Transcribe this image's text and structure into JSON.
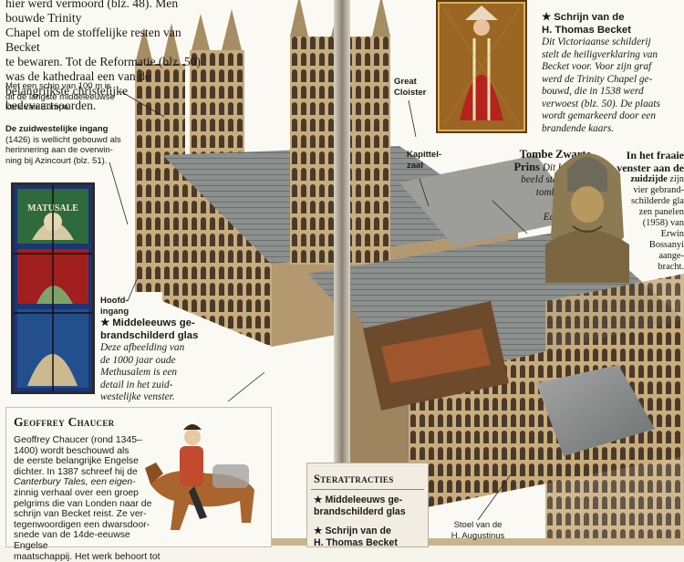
{
  "left_page": {
    "intro_lines": [
      "hier werd vermoord (blz. 48). Men bouwde Trinity",
      "Chapel om de stoffelijke resten van Becket",
      "te bewaren. Tot de Reformatie (blz. 50)",
      "was de kathedraal een van de",
      "belangrijkste christelijke",
      "bedevaartsoorden."
    ],
    "nave_note_lines": [
      "Met een schip van 100 m is",
      "dit de langste middeleeuwse",
      "kerk van Europa."
    ],
    "southwest_entrance_lines": [
      "De zuidwestelijke ingang",
      "(1426) is wellicht gebouwd als",
      "herinnering aan de overwin-",
      "ning bij Azincourt (blz. 51)."
    ],
    "stained_glass_lettering": "MATUSALE",
    "main_entrance_label": [
      "Hoofd-",
      "ingang"
    ],
    "glass_caption": {
      "title_lines": [
        "★ Middeleeuws ge-",
        "brandschilderd glas"
      ],
      "body_lines": [
        "Deze afbeelding van",
        "de 1000 jaar oude",
        "Methusalem is een",
        "detail in het zuid-",
        "westelijke venster."
      ]
    },
    "chaucer": {
      "title": "Geoffrey Chaucer",
      "body_lines": [
        "Geoffrey Chaucer (rond 1345–",
        "1400) wordt beschouwd als",
        "de eerste belangrijke Engelse",
        "dichter. In 1387 schreef hij de",
        "Canterbury Tales, een eigen-",
        "zinnig verhaal over een groep",
        "pelgrims die van Londen naar de",
        "schrijn van Becket reist. Ze ver-",
        "tegenwoordigen een dwarsdoor-",
        "snede van de 14de-eeuwse Engelse",
        "maatschappij. Het werk behoort tot"
      ]
    }
  },
  "right_page": {
    "great_cloister_label": [
      "Great",
      "Cloister"
    ],
    "kapittelzaal_label": [
      "Kapittel-",
      "zaal"
    ],
    "becket_shrine": {
      "title_lines": [
        "★ Schrijn van de",
        "H. Thomas Becket"
      ],
      "body_lines": [
        "Dit Victoriaanse schilderij",
        "stelt de heiligverklaring van",
        "Becket voor. Voor zijn graf",
        "werd de Trinity Chapel ge-",
        "bouwd, die in 1538 werd",
        "verwoest (blz. 50). De plaats",
        "wordt gemarkeerd door een",
        "brandende kaars."
      ]
    },
    "black_prince": {
      "title_lines": [
        "Tombe Zwarte",
        "Prins"
      ],
      "body_lines": [
        "Dit bronzen",
        "beeld staat op de",
        "tombe van de",
        "zoon van",
        "Edward III."
      ]
    },
    "window_note": {
      "title_lines": [
        "In het fraaie",
        "venster aan de",
        "zuidzijde"
      ],
      "body_lines": [
        "zijn",
        "vier gebrand-",
        "schilderde gla",
        "zen panelen",
        "(1958) van",
        "Erwin",
        "Bossanyi",
        "aange-",
        "bracht."
      ]
    },
    "attractions": {
      "title": "Sterattracties",
      "items": [
        [
          "★ Middeleeuws ge-",
          "brandschilderd glas"
        ],
        [
          "★ Schrijn van de",
          "H. Thomas Becket"
        ]
      ]
    },
    "augustine_label": [
      "Stoel van de",
      "H. Augustinus"
    ]
  }
}
